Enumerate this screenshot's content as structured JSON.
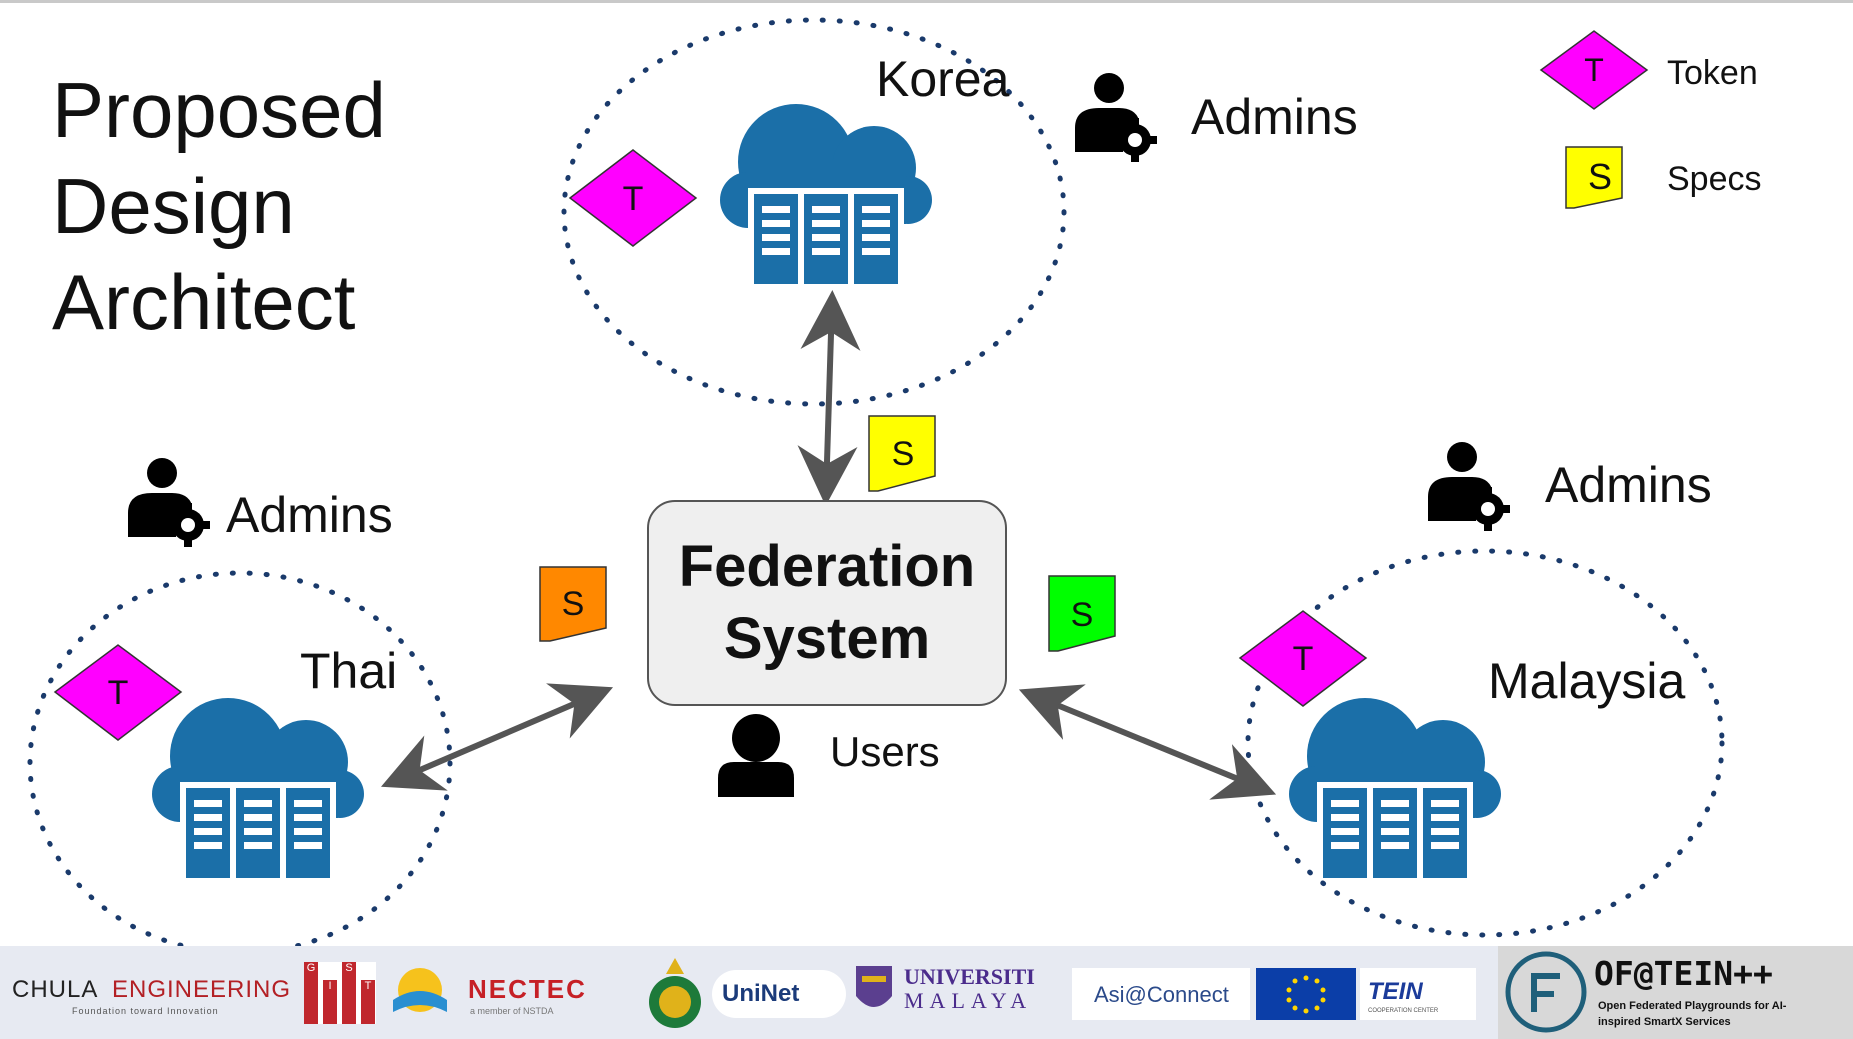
{
  "title": {
    "line1": "Proposed",
    "line2": "Design",
    "line3": "Architect"
  },
  "sites": {
    "korea": "Korea",
    "thai": "Thai",
    "malaysia": "Malaysia"
  },
  "federation": {
    "line1": "Federation",
    "line2": "System"
  },
  "actors": {
    "admins_korea": "Admins",
    "admins_thai": "Admins",
    "admins_malaysia": "Admins",
    "users": "Users"
  },
  "badges": {
    "token": "T",
    "spec": "S"
  },
  "colors": {
    "token": "#ff00ff",
    "spec_korea": "#ffff00",
    "spec_thai": "#ff8800",
    "spec_malaysia": "#00ff00",
    "cloud": "#1b6fa8",
    "dotted_border": "#1a3a6b",
    "arrow": "#555555"
  },
  "legend": {
    "token_symbol": "T",
    "token_label": "Token",
    "spec_symbol": "S",
    "spec_label": "Specs"
  },
  "logos": {
    "chula": "CHULA",
    "engineering": "ENGINEERING",
    "engineering_tagline": "Foundation toward Innovation",
    "gist_g": "G",
    "gist_i": "I",
    "gist_s": "S",
    "gist_t": "T",
    "nectec": "NECTEC",
    "nectec_tagline": "a member of NSTDA",
    "uninet": "UniNet",
    "um_line1": "UNIVERSITI",
    "um_line2": "MALAYA",
    "asiconnect": "Asi@Connect",
    "tein": "TEIN",
    "tein_tagline": "COOPERATION CENTER",
    "ofetein": "OF@TEIN++",
    "ofetein_tagline1": "Open Federated Playgrounds for AI-",
    "ofetein_tagline2": "inspired SmartX Services"
  }
}
